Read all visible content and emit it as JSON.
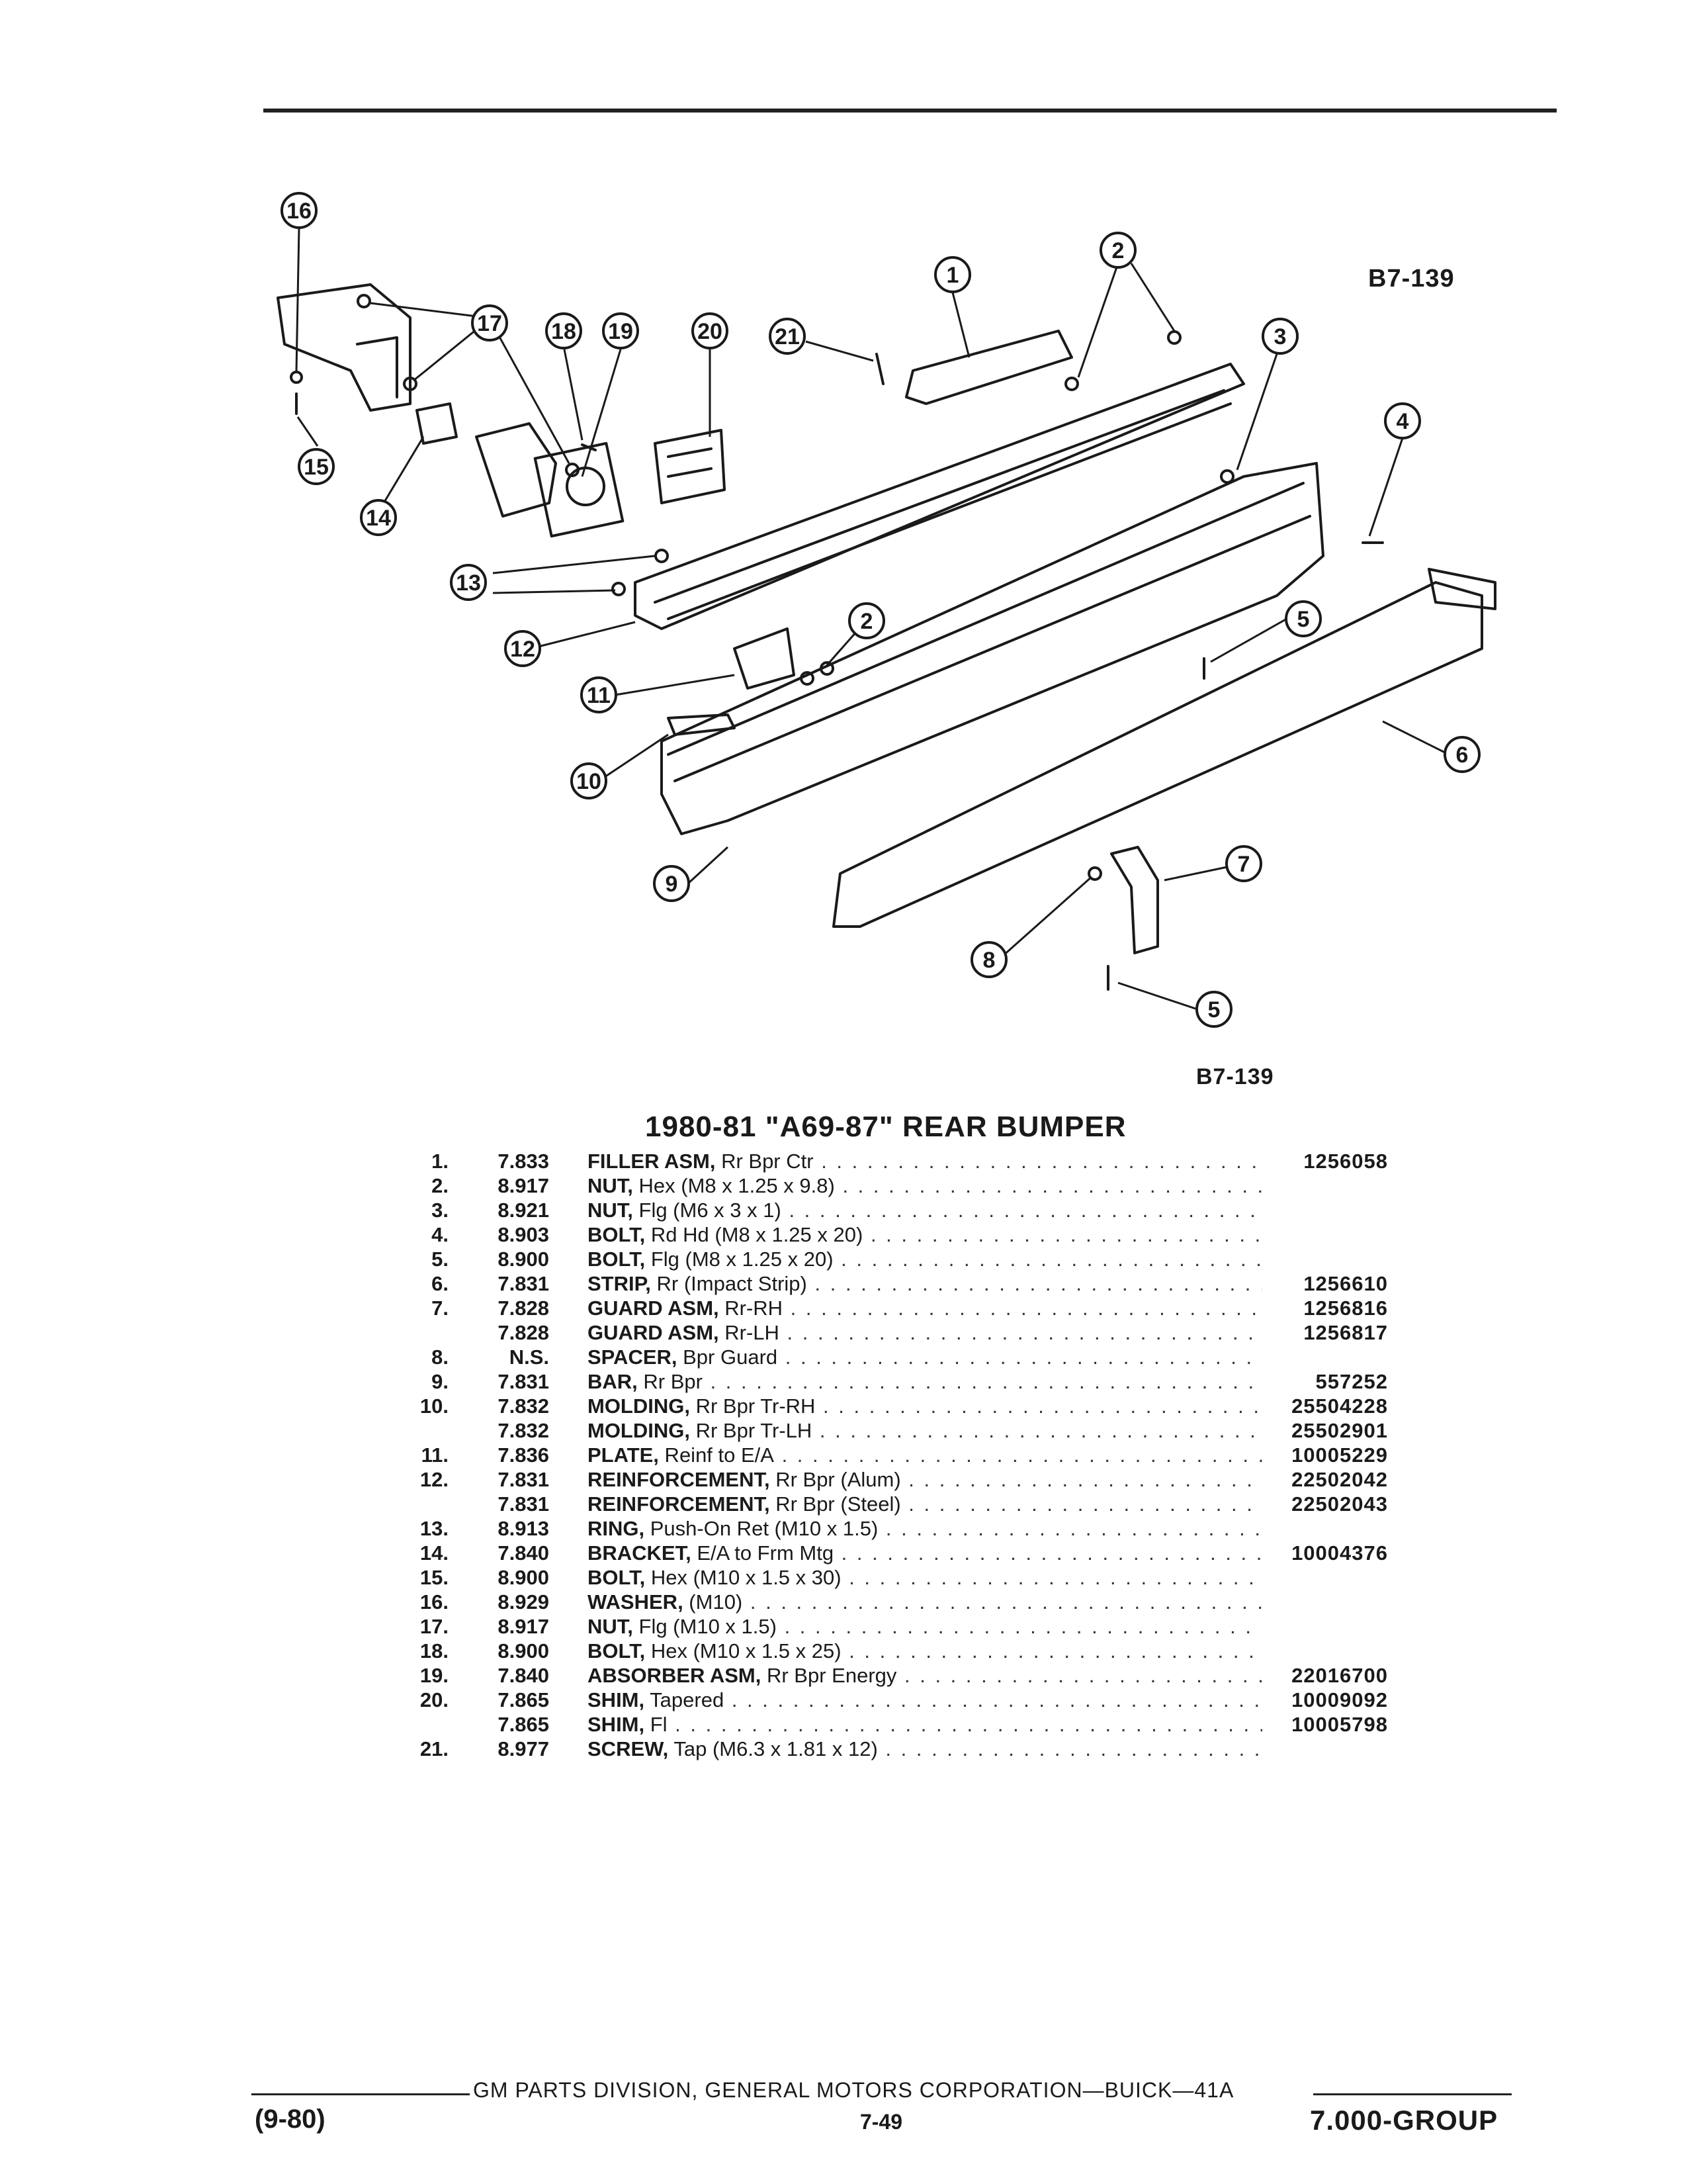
{
  "diagram": {
    "ref_top": "B7-139",
    "ref_bottom": "B7-139",
    "callouts": [
      "16",
      "17",
      "18",
      "19",
      "20",
      "21",
      "1",
      "2",
      "3",
      "4",
      "15",
      "14",
      "13",
      "12",
      "11",
      "2",
      "10",
      "9",
      "5",
      "6",
      "7",
      "8",
      "5"
    ]
  },
  "title": "1980-81 \"A69-87\" REAR BUMPER",
  "parts": [
    {
      "num": "1.",
      "grp": "7.833",
      "name": "FILLER ASM,",
      "desc": " Rr Bpr Ctr",
      "pno": "1256058"
    },
    {
      "num": "2.",
      "grp": "8.917",
      "name": "NUT,",
      "desc": " Hex (M8 x 1.25 x 9.8)",
      "pno": ""
    },
    {
      "num": "3.",
      "grp": "8.921",
      "name": "NUT,",
      "desc": " Flg (M6 x 3 x 1)",
      "pno": ""
    },
    {
      "num": "4.",
      "grp": "8.903",
      "name": "BOLT,",
      "desc": " Rd Hd (M8 x 1.25 x 20)",
      "pno": ""
    },
    {
      "num": "5.",
      "grp": "8.900",
      "name": "BOLT,",
      "desc": " Flg (M8 x 1.25 x 20)",
      "pno": ""
    },
    {
      "num": "6.",
      "grp": "7.831",
      "name": "STRIP,",
      "desc": " Rr (Impact Strip)",
      "pno": "1256610"
    },
    {
      "num": "7.",
      "grp": "7.828",
      "name": "GUARD ASM,",
      "desc": " Rr-RH",
      "pno": "1256816"
    },
    {
      "num": "",
      "grp": "7.828",
      "name": "GUARD ASM,",
      "desc": " Rr-LH",
      "pno": "1256817"
    },
    {
      "num": "8.",
      "grp": "N.S.",
      "name": "SPACER,",
      "desc": " Bpr Guard",
      "pno": ""
    },
    {
      "num": "9.",
      "grp": "7.831",
      "name": "BAR,",
      "desc": " Rr Bpr",
      "pno": "557252"
    },
    {
      "num": "10.",
      "grp": "7.832",
      "name": "MOLDING,",
      "desc": " Rr Bpr Tr-RH",
      "pno": "25504228"
    },
    {
      "num": "",
      "grp": "7.832",
      "name": "MOLDING,",
      "desc": " Rr Bpr Tr-LH",
      "pno": "25502901"
    },
    {
      "num": "11.",
      "grp": "7.836",
      "name": "PLATE,",
      "desc": " Reinf to E/A",
      "pno": "10005229"
    },
    {
      "num": "12.",
      "grp": "7.831",
      "name": "REINFORCEMENT,",
      "desc": " Rr Bpr (Alum)",
      "pno": "22502042"
    },
    {
      "num": "",
      "grp": "7.831",
      "name": "REINFORCEMENT,",
      "desc": " Rr Bpr (Steel)",
      "pno": "22502043"
    },
    {
      "num": "13.",
      "grp": "8.913",
      "name": "RING,",
      "desc": " Push-On Ret (M10 x 1.5)",
      "pno": ""
    },
    {
      "num": "14.",
      "grp": "7.840",
      "name": "BRACKET,",
      "desc": " E/A to Frm Mtg",
      "pno": "10004376"
    },
    {
      "num": "15.",
      "grp": "8.900",
      "name": "BOLT,",
      "desc": " Hex (M10 x 1.5 x 30)",
      "pno": ""
    },
    {
      "num": "16.",
      "grp": "8.929",
      "name": "WASHER,",
      "desc": " (M10)",
      "pno": ""
    },
    {
      "num": "17.",
      "grp": "8.917",
      "name": "NUT,",
      "desc": " Flg (M10 x 1.5)",
      "pno": ""
    },
    {
      "num": "18.",
      "grp": "8.900",
      "name": "BOLT,",
      "desc": " Hex (M10 x 1.5 x 25)",
      "pno": ""
    },
    {
      "num": "19.",
      "grp": "7.840",
      "name": "ABSORBER ASM,",
      "desc": " Rr Bpr Energy",
      "pno": "22016700"
    },
    {
      "num": "20.",
      "grp": "7.865",
      "name": "SHIM,",
      "desc": " Tapered",
      "pno": "10009092"
    },
    {
      "num": "",
      "grp": "7.865",
      "name": "SHIM,",
      "desc": " Fl",
      "pno": "10005798"
    },
    {
      "num": "21.",
      "grp": "8.977",
      "name": "SCREW,",
      "desc": " Tap (M6.3 x 1.81 x 12)",
      "pno": ""
    }
  ],
  "footer": {
    "center": "GM PARTS DIVISION, GENERAL MOTORS CORPORATION—BUICK—41A",
    "date": "(9-80)",
    "page": "7-49",
    "group": "7.000-GROUP"
  }
}
